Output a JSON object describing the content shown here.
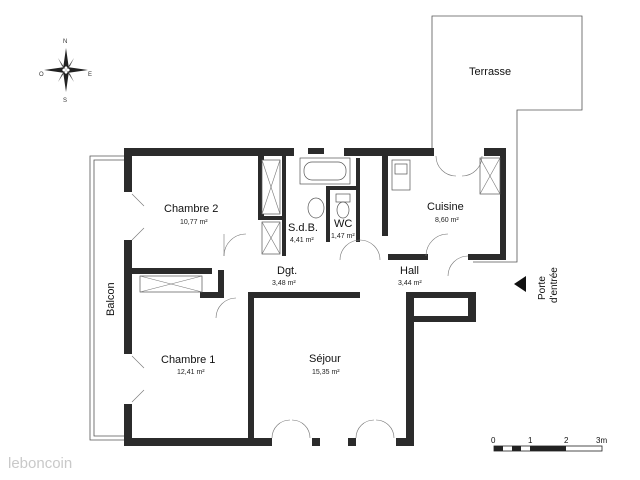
{
  "compass": {
    "n": "N",
    "s": "S",
    "e": "E",
    "o": "O"
  },
  "rooms": {
    "terrasse": {
      "name": "Terrasse"
    },
    "chambre2": {
      "name": "Chambre 2",
      "area": "10,77 m²"
    },
    "sdb": {
      "name": "S.d.B.",
      "area": "4,41 m²"
    },
    "wc": {
      "name": "WC",
      "area": "1,47 m²"
    },
    "cuisine": {
      "name": "Cuisine",
      "area": "8,60 m²"
    },
    "dgt": {
      "name": "Dgt.",
      "area": "3,48 m²"
    },
    "hall": {
      "name": "Hall",
      "area": "3,44 m²"
    },
    "balcon": {
      "name": "Balcon"
    },
    "chambre1": {
      "name": "Chambre 1",
      "area": "12,41 m²"
    },
    "sejour": {
      "name": "Séjour",
      "area": "15,35 m²"
    }
  },
  "entrance": {
    "line1": "Porte",
    "line2": "d'entrée"
  },
  "scale": {
    "labels": [
      "0",
      "1",
      "2",
      "3m"
    ]
  },
  "watermark": "leboncoin",
  "colors": {
    "wall": "#2b2b2b",
    "fixture": "#555555",
    "background": "#ffffff"
  }
}
